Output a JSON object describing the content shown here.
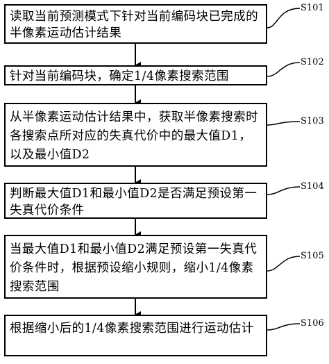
{
  "steps": [
    {
      "label": "S101",
      "text": "读取当前预测模式下针对当前编码块已完成的半像素运动估计结果"
    },
    {
      "label": "S102",
      "text": "针对当前编码块，确定1/4像素搜索范围"
    },
    {
      "label": "S103",
      "text": "从半像素运动估计结果中，获取半像素搜索时各搜索点所对应的失真代价中的最大值D1，以及最小值D2"
    },
    {
      "label": "S104",
      "text": "判断最大值D1和最小值D2是否满足预设第一失真代价条件"
    },
    {
      "label": "S105",
      "text": "当最大值D1和最小值D2满足预设第一失真代价条件时，根据预设缩小规则，缩小1/4像素搜索范围"
    },
    {
      "label": "S106",
      "text": "根据缩小后的1/4像素搜索范围进行运动估计"
    }
  ]
}
